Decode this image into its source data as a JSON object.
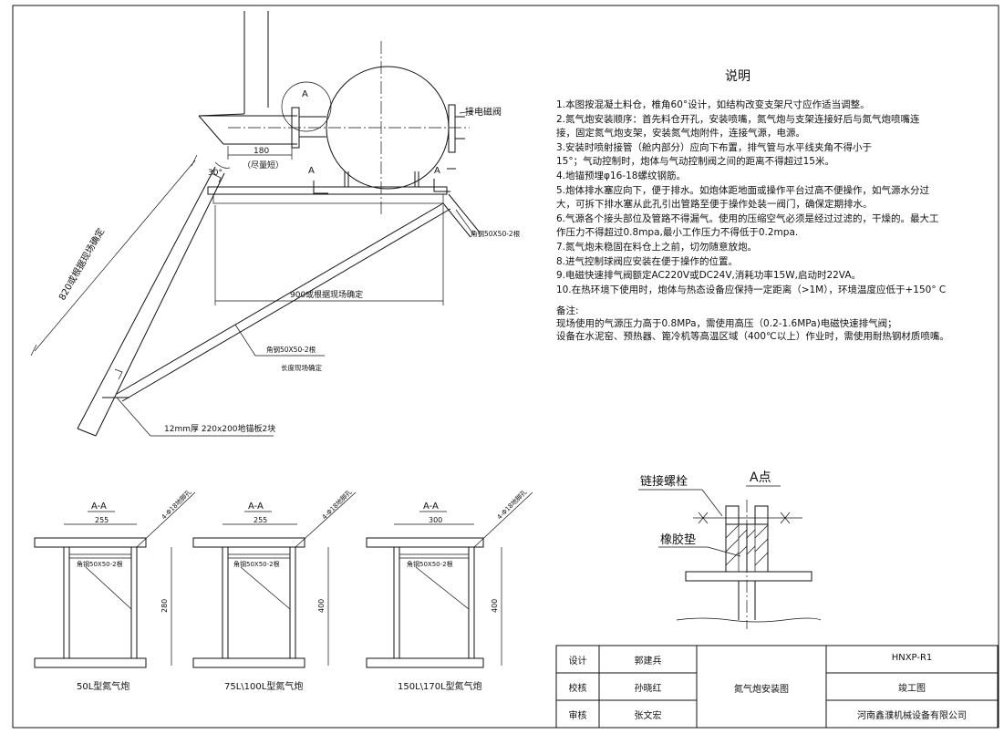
{
  "notes": {
    "title": "说明",
    "items": [
      "1.本图按混凝土料仓，椎角60°设计，如结构改变支架尺寸应作适当调整。",
      "2.氮气炮安装顺序：首先料仓开孔，安装喷嘴，氮气炮与支架连接好后与氮气炮喷嘴连",
      "接，固定氮气炮支架，安装氮气炮附件，连接气源，电源。",
      "3.安装时喷射接管（舱内部分）应向下布置，排气管与水平线夹角不得小于",
      "15°；气动控制时，炮体与气动控制阀之间的距离不得超过15米。",
      "4.地锚预埋φ16-18螺纹钢筋。",
      "5.炮体排水塞应向下，便于排水。如炮体距地面或操作平台过高不便操作，如气源水分过",
      "大，可拆下排水塞从此孔引出管路至便于操作处装一阀门，确保定期排水。",
      "6.气源各个接头部位及管路不得漏气。使用的压缩空气必须是经过过滤的，干燥的。最大工",
      "作压力不得超过0.8mpa,最小工作压力不得低于0.2mpa.",
      "7.氮气炮未稳固在料仓上之前，切勿随意放炮。",
      "8.进气控制球阀应安装在便于操作的位置。",
      "9.电磁快速排气阀额定AC220V或DC24V,消耗功率15W,启动时22VA。",
      "10.在热环境下使用时，炮体与热态设备应保持一定距离（>1M），环境温度应低于+150° C"
    ]
  },
  "remarks": {
    "label": "备注:",
    "lines": [
      "现场使用的气源压力高于0.8MPa，需使用高压（0.2-1.6MPa)电磁快速排气阀；",
      "设备在水泥窑、预热器、篦冷机等高温区域（400℃以上）作业时，需使用耐热钢材质喷嘴。"
    ]
  },
  "main_view": {
    "solenoid_label": "接电磁阀",
    "dim_180": "180",
    "dim_180_note": "（尽量短）",
    "angle_30": "30°",
    "section_A_left": "A",
    "section_A_right": "A",
    "detail_A": "A",
    "angle_steel_top": "角钢50X50-2根",
    "dim_900": "900或根据现场确定",
    "dim_820": "820或根据现场确定",
    "angle_steel_bottom": "角钢50X50-2根",
    "length_note": "长度现场确定",
    "anchor_plate": "12mm厚 220x200地锚板2块"
  },
  "sections": [
    {
      "title": "A-A",
      "width": "255",
      "height": "280",
      "bolt": "4-Φ18地脚孔",
      "steel": "角钢50X50-2根",
      "caption": "50L型氮气炮"
    },
    {
      "title": "A-A",
      "width": "255",
      "height": "400",
      "bolt": "4-Φ18地脚孔",
      "steel": "角钢50X50-2根",
      "caption": "75L\\100L型氮气炮"
    },
    {
      "title": "A-A",
      "width": "300",
      "height": "400",
      "bolt": "4-Φ18地脚孔",
      "steel": "角钢50X50-2根",
      "caption": "150L\\170L型氮气炮"
    }
  ],
  "detail": {
    "title": "A点",
    "bolt_label": "链接螺栓",
    "gasket_label": "橡胶垫"
  },
  "title_block": {
    "row1_label": "设计",
    "row1_name": "郭建兵",
    "row2_label": "校核",
    "row2_name": "孙晓红",
    "row3_label": "审核",
    "row3_name": "张文宏",
    "drawing_name": "氮气炮安装图",
    "drawing_no": "HNXP-R1",
    "drawing_type": "竣工图",
    "company": "河南鑫濮机械设备有限公司"
  }
}
